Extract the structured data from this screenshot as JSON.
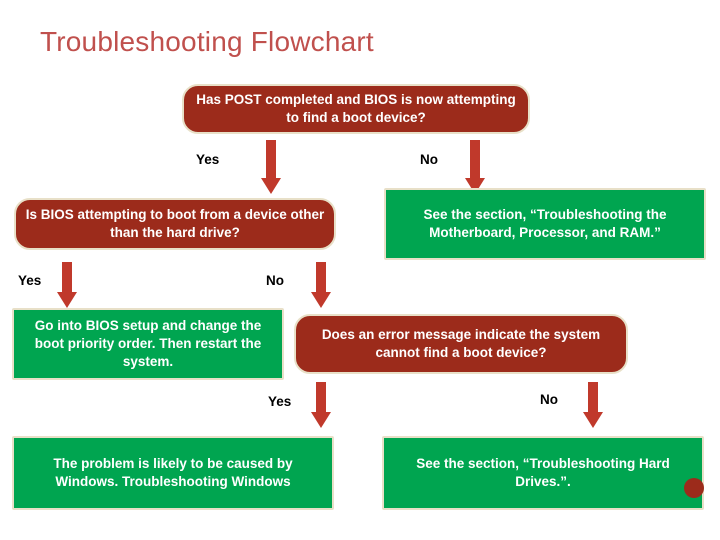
{
  "page": {
    "title": "Troubleshooting Flowchart",
    "accent_title_color": "#c0504d",
    "red_box_color": "#9c2b1b",
    "green_box_color": "#00a550",
    "arrow_color": "#c0392b"
  },
  "nodes": {
    "post": "Has POST completed and BIOS is now attempting to find a boot device?",
    "bios_other_device": "Is BIOS attempting to boot from a device other than the hard drive?",
    "see_motherboard": "See the section, “Troubleshooting the Motherboard, Processor, and RAM.”",
    "bios_setup": "Go into BIOS setup and change the boot priority order. Then restart the system.",
    "error_message": "Does an error message indicate the system cannot find a boot device?",
    "windows_problem": "The problem is likely to be caused by Windows. Troubleshooting Windows",
    "see_hard_drives": "See the section, “Troubleshooting Hard Drives.”."
  },
  "labels": {
    "yes_1": "Yes",
    "no_1": "No",
    "yes_2": "Yes",
    "no_2": "No",
    "yes_3": "Yes",
    "no_3": "No"
  }
}
